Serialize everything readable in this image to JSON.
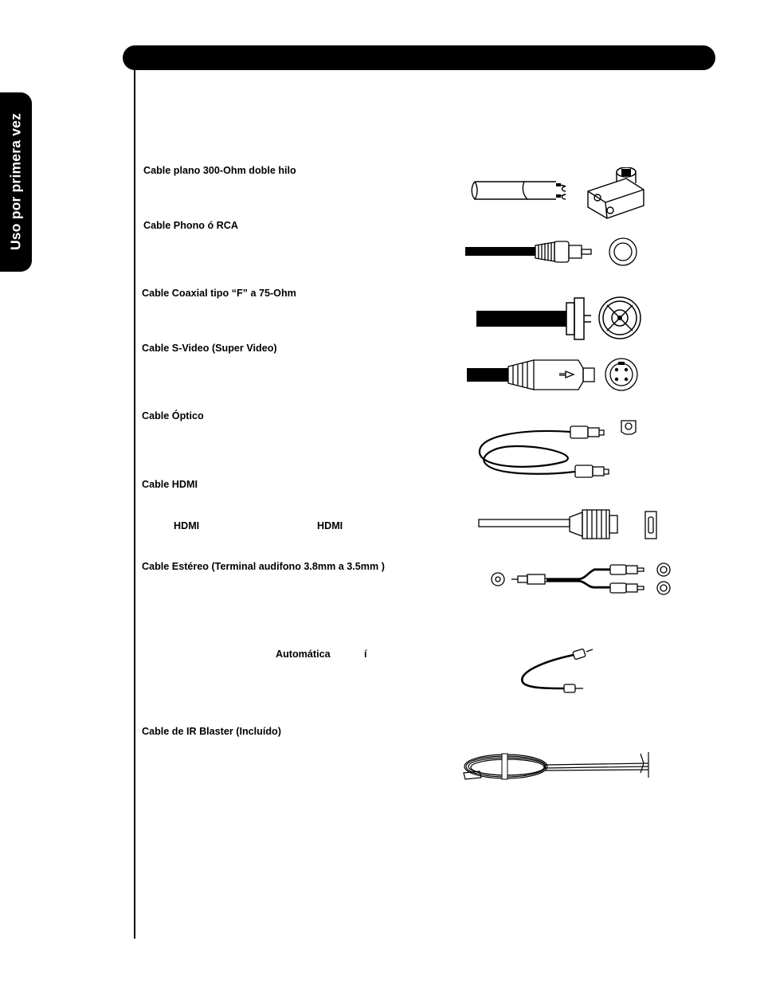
{
  "side_tab": {
    "label": "Uso por primera vez"
  },
  "cables": [
    {
      "label": "Cable plano 300-Ohm doble hilo",
      "icon": "twin-lead-cable-icon"
    },
    {
      "label": "Cable Phono ó RCA",
      "icon": "rca-cable-icon"
    },
    {
      "label": "Cable Coaxial tipo “F” a 75-Ohm",
      "icon": "coaxial-cable-icon"
    },
    {
      "label": "Cable S-Video (Super Video)",
      "icon": "svideo-cable-icon"
    },
    {
      "label": "Cable Óptico",
      "icon": "optical-cable-icon"
    },
    {
      "label": "Cable HDMI",
      "icon": "hdmi-cable-icon"
    },
    {
      "label": "Cable Estéreo (Terminal audifono 3.8mm a 3.5mm )",
      "icon": "stereo-cable-icon"
    },
    {
      "label": "Cable de IR Blaster (Incluído)",
      "icon": "ir-blaster-cable-icon"
    }
  ],
  "fragments": {
    "hdmi_left": "HDMI",
    "hdmi_right": "HDMI",
    "automatica": "Automática",
    "i_accent": "í"
  },
  "unlabeled_figure_icon": "short-rca-cable-icon"
}
